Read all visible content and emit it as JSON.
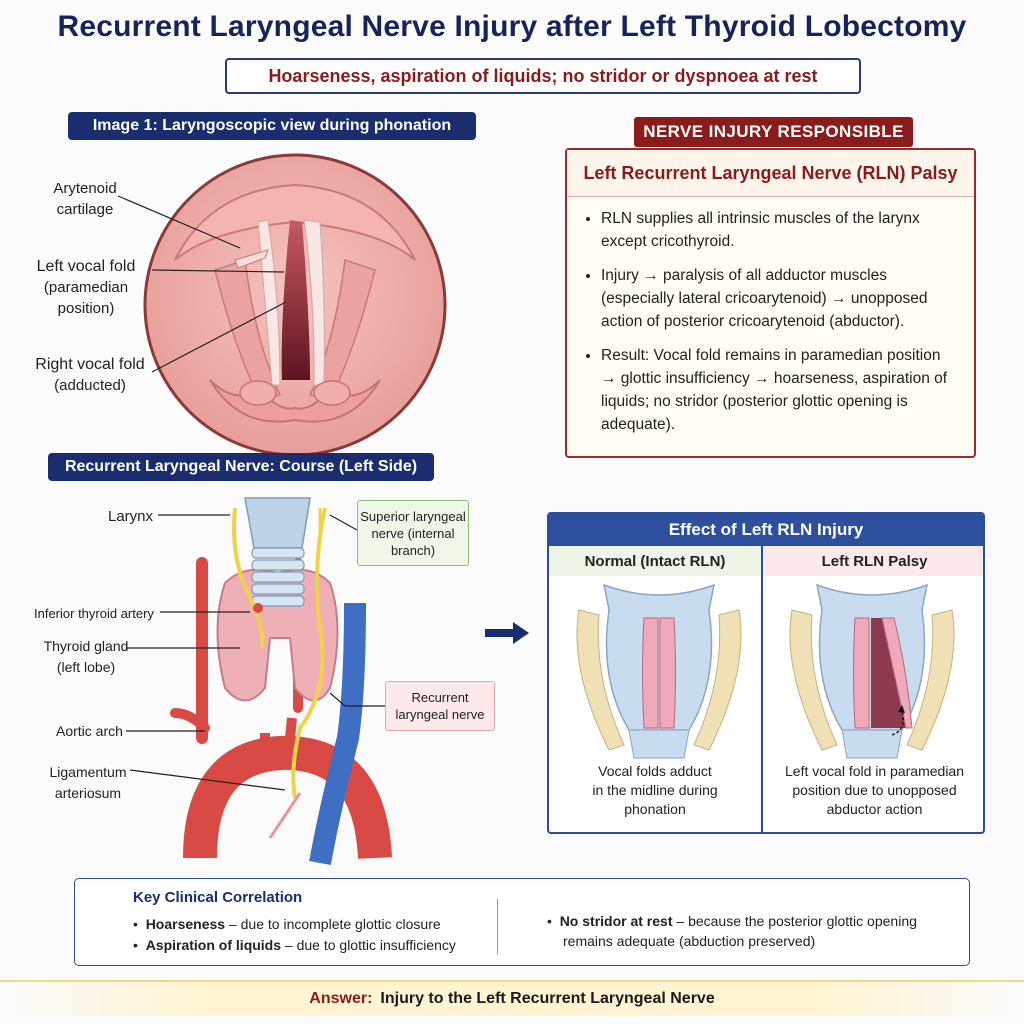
{
  "title": "Recurrent Laryngeal Nerve Injury after Left Thyroid Lobectomy",
  "subtitle": "Hoarseness, aspiration of liquids; no stridor or dyspnoea at rest",
  "image1": {
    "heading": "Image 1: Laryngoscopic view during phonation",
    "labels": {
      "arytenoid_1": "Arytenoid",
      "arytenoid_2": "cartilage",
      "left_fold_1": "Left vocal fold",
      "left_fold_2": "(paramedian",
      "left_fold_3": "position)",
      "right_fold_1": "Right vocal fold",
      "right_fold_2": "(adducted)"
    }
  },
  "nerve_injury": {
    "tag": "NERVE INJURY RESPONSIBLE",
    "heading": "Left Recurrent Laryngeal Nerve (RLN) Palsy",
    "bullets": [
      "RLN supplies all intrinsic muscles of the larynx except cricothyroid.",
      "Injury → paralysis of all adductor muscles (especially lateral cricoarytenoid) → unopposed action of posterior cricoarytenoid (abductor).",
      "Result: Vocal fold remains in paramedian position → glottic insufficiency → hoarseness, aspiration of liquids; no stridor (posterior glottic opening is adequate)."
    ]
  },
  "course": {
    "heading": "Recurrent Laryngeal Nerve: Course (Left Side)",
    "labels": {
      "larynx": "Larynx",
      "inferior_thyroid_artery": "Inferior thyroid artery",
      "thyroid_1": "Thyroid gland",
      "thyroid_2": "(left lobe)",
      "aortic_arch": "Aortic arch",
      "ligamentum_1": "Ligamentum",
      "ligamentum_2": "arteriosum",
      "sln_1": "Superior laryngeal",
      "sln_2": "nerve (internal",
      "sln_3": "branch)",
      "rln_1": "Recurrent",
      "rln_2": "laryngeal nerve"
    }
  },
  "effect": {
    "heading": "Effect of Left RLN Injury",
    "normal_head": "Normal (Intact RLN)",
    "palsy_head": "Left RLN Palsy",
    "normal_cap_1": "Vocal folds adduct",
    "normal_cap_2": "in the midline during",
    "normal_cap_3": "phonation",
    "palsy_cap_1": "Left vocal fold in paramedian",
    "palsy_cap_2": "position due to unopposed",
    "palsy_cap_3": "abductor action"
  },
  "key": {
    "title": "Key Clinical Correlation",
    "item1_bold": "Hoarseness",
    "item1_rest": " – due to incomplete glottic closure",
    "item2_bold": "Aspiration of liquids",
    "item2_rest": " – due to glottic insufficiency",
    "item3_bold": "No stridor at rest",
    "item3_rest": " – because the posterior glottic opening",
    "item3_line2": "remains adequate (abduction preserved)"
  },
  "answer": {
    "label": "Answer:",
    "text": "Injury to the Left Recurrent Laryngeal Nerve"
  },
  "colors": {
    "navy": "#1a2d6e",
    "maroon": "#8c1c1c",
    "nerve_yellow": "#f0d24a",
    "artery_red": "#d94a45",
    "vein_blue": "#3e6fc4"
  }
}
